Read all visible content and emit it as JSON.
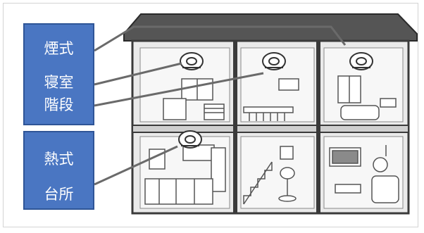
{
  "smoke": {
    "type_label": "煙式",
    "rooms": [
      "寝室",
      "階段"
    ]
  },
  "heat": {
    "type_label": "熱式",
    "rooms": [
      "台所"
    ]
  },
  "colors": {
    "label_fill": "#4a76c2",
    "label_border": "#2f5597",
    "house_outline": "#3a3a3a",
    "roof": "#555555",
    "wall": "#e6e6e6"
  },
  "icons": {
    "detector": "smoke-detector-icon"
  }
}
